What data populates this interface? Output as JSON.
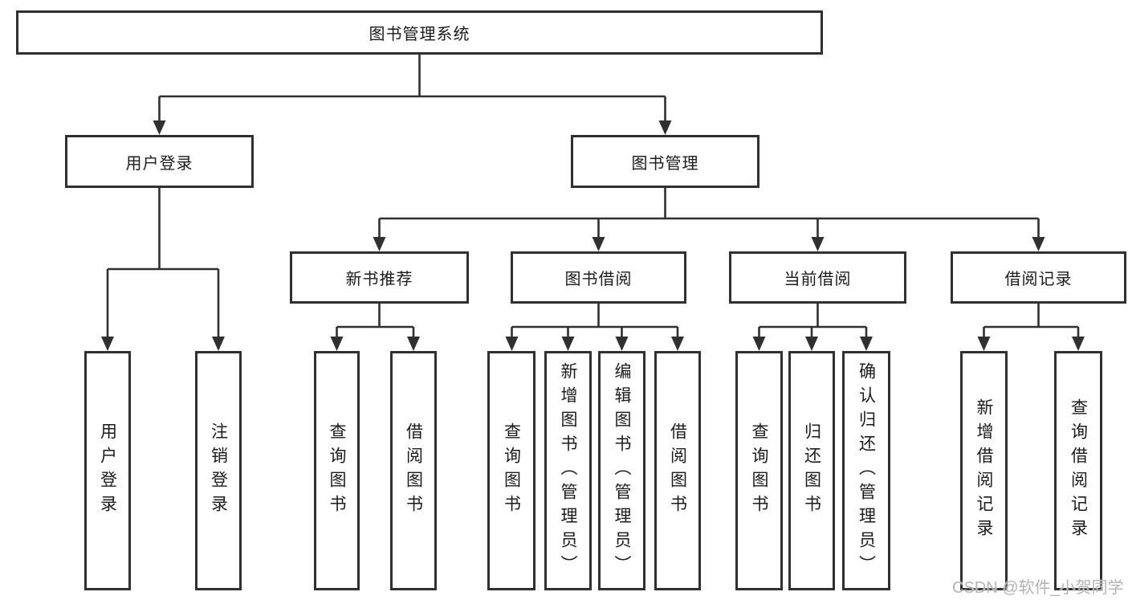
{
  "colors": {
    "line": "#303030",
    "text": "#1b1b1b",
    "watermark": "#b3b3b3",
    "background": "#ffffff"
  },
  "diagram": {
    "root": {
      "label": "图书管理系统"
    },
    "branches": [
      {
        "label": "用户登录",
        "leaves": [
          {
            "label": "用户登录"
          },
          {
            "label": "注销登录"
          }
        ]
      },
      {
        "label": "图书管理",
        "sections": [
          {
            "label": "新书推荐",
            "leaves": [
              {
                "label": "查询图书"
              },
              {
                "label": "借阅图书"
              }
            ]
          },
          {
            "label": "图书借阅",
            "leaves": [
              {
                "label": "查询图书"
              },
              {
                "label": "新增图书（管理员）"
              },
              {
                "label": "编辑图书（管理员）"
              },
              {
                "label": "借阅图书"
              }
            ]
          },
          {
            "label": "当前借阅",
            "leaves": [
              {
                "label": "查询图书"
              },
              {
                "label": "归还图书"
              },
              {
                "label": "确认归还（管理员）"
              }
            ]
          },
          {
            "label": "借阅记录",
            "leaves": [
              {
                "label": "新增借阅记录"
              },
              {
                "label": "查询借阅记录"
              }
            ]
          }
        ]
      }
    ]
  },
  "watermark": {
    "text": "CSDN @软件_小贺同学"
  }
}
